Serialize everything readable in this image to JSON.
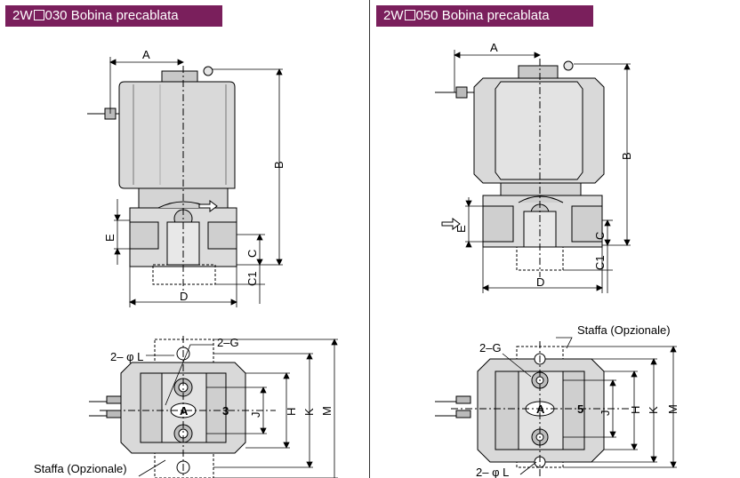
{
  "left": {
    "title_prefix": "2W",
    "title_suffix": "030 Bobina precablata",
    "dims": {
      "A": "A",
      "B": "B",
      "C": "C",
      "C1": "C1",
      "D": "D",
      "E": "E",
      "G": "2–G",
      "L": "2– φ L",
      "J": "J",
      "H": "H",
      "K": "K",
      "M": "M"
    },
    "bracket_label": "Staffa (Opzionale)",
    "port_number": "3",
    "arrow_mark": "A"
  },
  "right": {
    "title_prefix": "2W",
    "title_suffix": "050 Bobina precablata",
    "dims": {
      "A": "A",
      "B": "B",
      "C": "C",
      "C1": "C1",
      "D": "D",
      "E": "E",
      "G": "2–G",
      "L": "2– φ L",
      "J": "J",
      "H": "H",
      "K": "K",
      "M": "M"
    },
    "bracket_label": "Staffa (Opzionale)",
    "port_number": "5",
    "arrow_mark": "A"
  }
}
